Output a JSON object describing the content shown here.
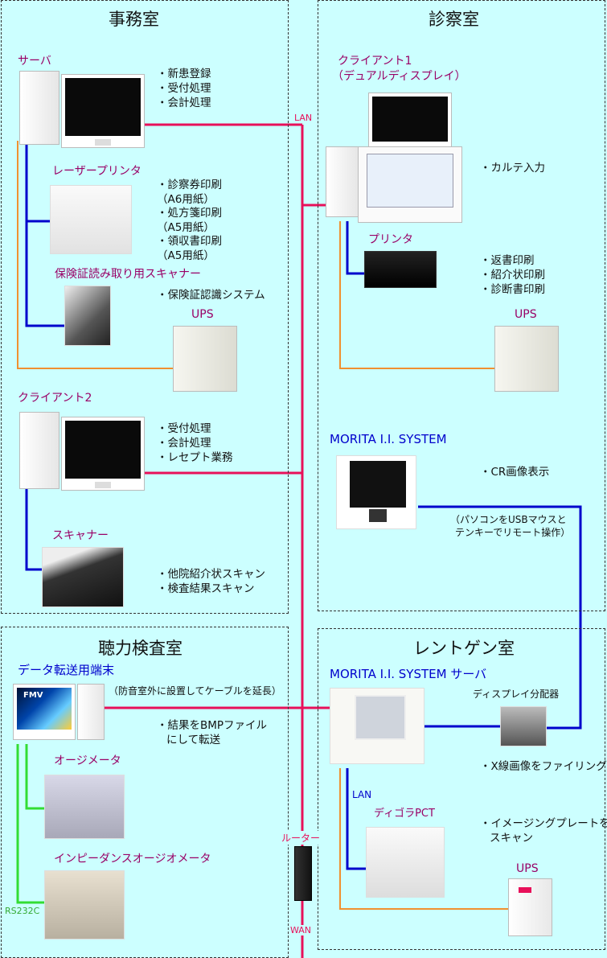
{
  "rooms": {
    "office": "事務室",
    "exam": "診察室",
    "hearing": "聴力検査室",
    "xray": "レントゲン室"
  },
  "office": {
    "server_label": "サーバ",
    "server_tasks": [
      "・新患登録",
      "・受付処理",
      "・会計処理"
    ],
    "laser_printer_label": "レーザープリンタ",
    "laser_printer_tasks": [
      "・診察券印刷",
      "（A6用紙）",
      "・処方箋印刷",
      "（A5用紙）",
      "・領収書印刷",
      "（A5用紙）"
    ],
    "insurance_scanner_label": "保険証読み取り用スキャナー",
    "insurance_scanner_tasks": [
      "・保険証認識システム"
    ],
    "ups_label": "UPS",
    "client2_label": "クライアント2",
    "client2_tasks": [
      "・受付処理",
      "・会計処理",
      "・レセプト業務"
    ],
    "scanner_label": "スキャナー",
    "scanner_tasks": [
      "・他院紹介状スキャン",
      "・検査結果スキャン"
    ]
  },
  "exam": {
    "client1_label_1": "クライアント1",
    "client1_label_2": "（デュアルディスプレイ）",
    "client1_tasks": [
      "・カルテ入力"
    ],
    "printer_label": "プリンタ",
    "printer_tasks": [
      "・返書印刷",
      "・紹介状印刷",
      "・診断書印刷"
    ],
    "ups_label": "UPS",
    "morita_label": "MORITA I.I. SYSTEM",
    "morita_tasks": [
      "・CR画像表示"
    ],
    "morita_note_1": "（パソコンをUSBマウスと",
    "morita_note_2": "テンキーでリモート操作）"
  },
  "hearing": {
    "terminal_label": "データ転送用端末",
    "terminal_note": "（防音室外に設置してケーブルを延長）",
    "terminal_tasks": [
      "・結果をBMPファイル",
      "にして転送"
    ],
    "fmv_logo": "FMV",
    "audiometer_label": "オージメータ",
    "impedance_label": "インピーダンスオージオメータ",
    "rs232c_label": "RS232C"
  },
  "xray": {
    "morita_server_label": "MORITA I.I. SYSTEM サーバ",
    "splitter_label": "ディスプレイ分配器",
    "server_tasks": [
      "・X線画像をファイリング"
    ],
    "lan_label": "LAN",
    "digora_label": "ディゴラPCT",
    "digora_tasks": [
      "・イメージングプレートを",
      "スキャン"
    ],
    "ups_label": "UPS"
  },
  "network": {
    "lan_label": "LAN",
    "router_label": "ルーター",
    "wan_label": "WAN"
  },
  "colors": {
    "lan": "#e8105a",
    "usb": "#0000cc",
    "power": "#f09030",
    "serial": "#33dd33",
    "background": "#ccffff",
    "label": "#990066"
  }
}
